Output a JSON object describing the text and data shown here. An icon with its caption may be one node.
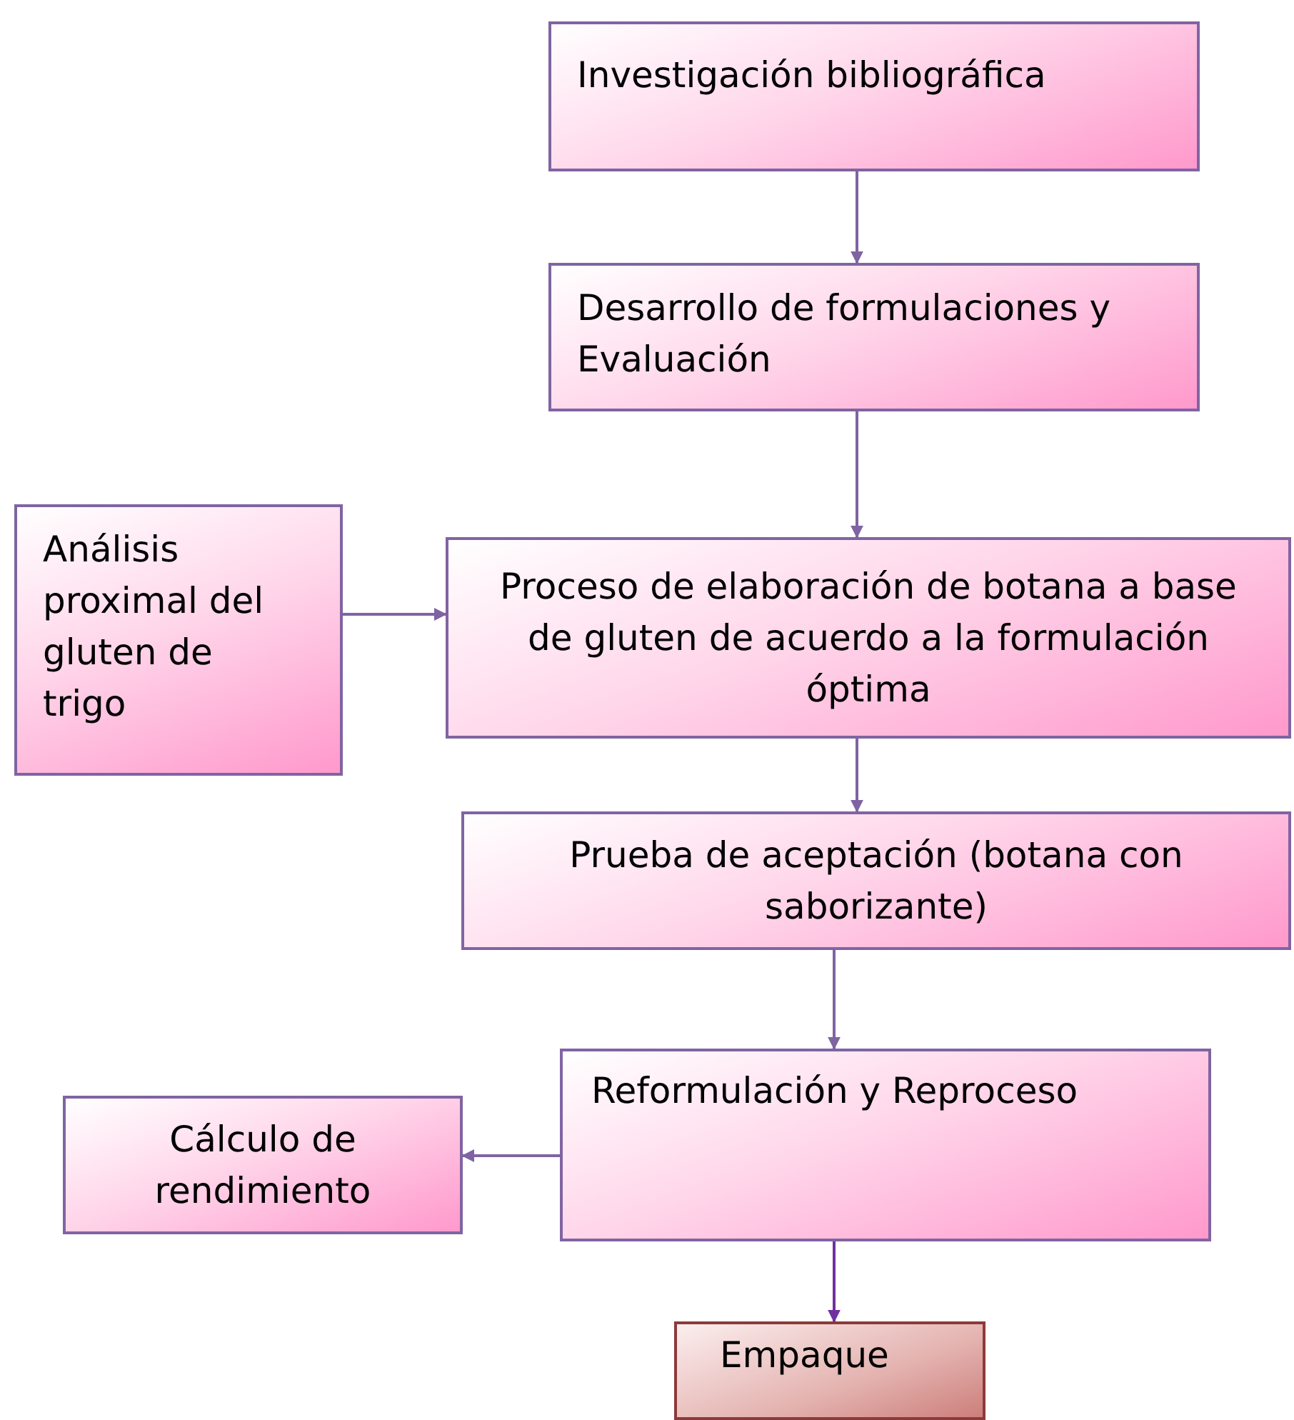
{
  "diagram": {
    "nodes": [
      {
        "text": [
          "Investigación bibliográfica"
        ]
      },
      {
        "text": [
          "Desarrollo de formulaciones y Evaluación"
        ]
      },
      {
        "text": [
          "Análisis proximal del gluten de trigo"
        ]
      },
      {
        "text": [
          "Proceso de elaboración de botana a base de gluten de acuerdo a la formulación óptima"
        ]
      },
      {
        "text": [
          "Prueba de aceptación (botana con saborizante)"
        ]
      },
      {
        "text": [
          "Reformulación y Reproceso"
        ]
      },
      {
        "text": [
          "Cálculo de rendimiento"
        ]
      },
      {
        "text": [
          "Empaque"
        ]
      }
    ],
    "edges": [
      {
        "from": 0,
        "to": 1,
        "arrow": "to"
      },
      {
        "from": 1,
        "to": 3,
        "arrow": "to"
      },
      {
        "from": 2,
        "to": 3,
        "arrow": "to"
      },
      {
        "from": 3,
        "to": 4,
        "arrow": "to"
      },
      {
        "from": 4,
        "to": 5,
        "arrow": "to"
      },
      {
        "from": 5,
        "to": 6,
        "arrow": "to"
      },
      {
        "from": 5,
        "to": 7,
        "arrow": "to",
        "color": "#7030a0"
      }
    ]
  }
}
